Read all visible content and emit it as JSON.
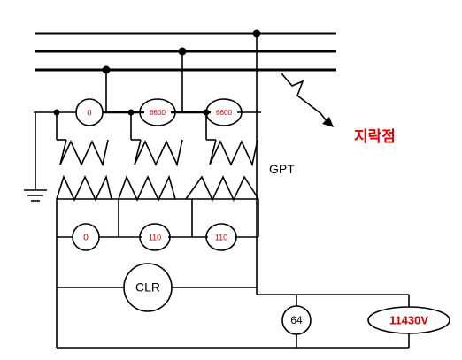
{
  "diagram": {
    "ground_fault_label": "지락점",
    "transformer_label": "GPT",
    "relay_label": "CLR",
    "relay_64_label": "64",
    "voltage_label": "11430V",
    "primary_meters": [
      "0",
      "6600",
      "6600"
    ],
    "secondary_meters": [
      "0",
      "110",
      "110"
    ]
  },
  "colors": {
    "line": "#000000",
    "value_text": "#cc0000",
    "fault_label": "#e00000"
  }
}
